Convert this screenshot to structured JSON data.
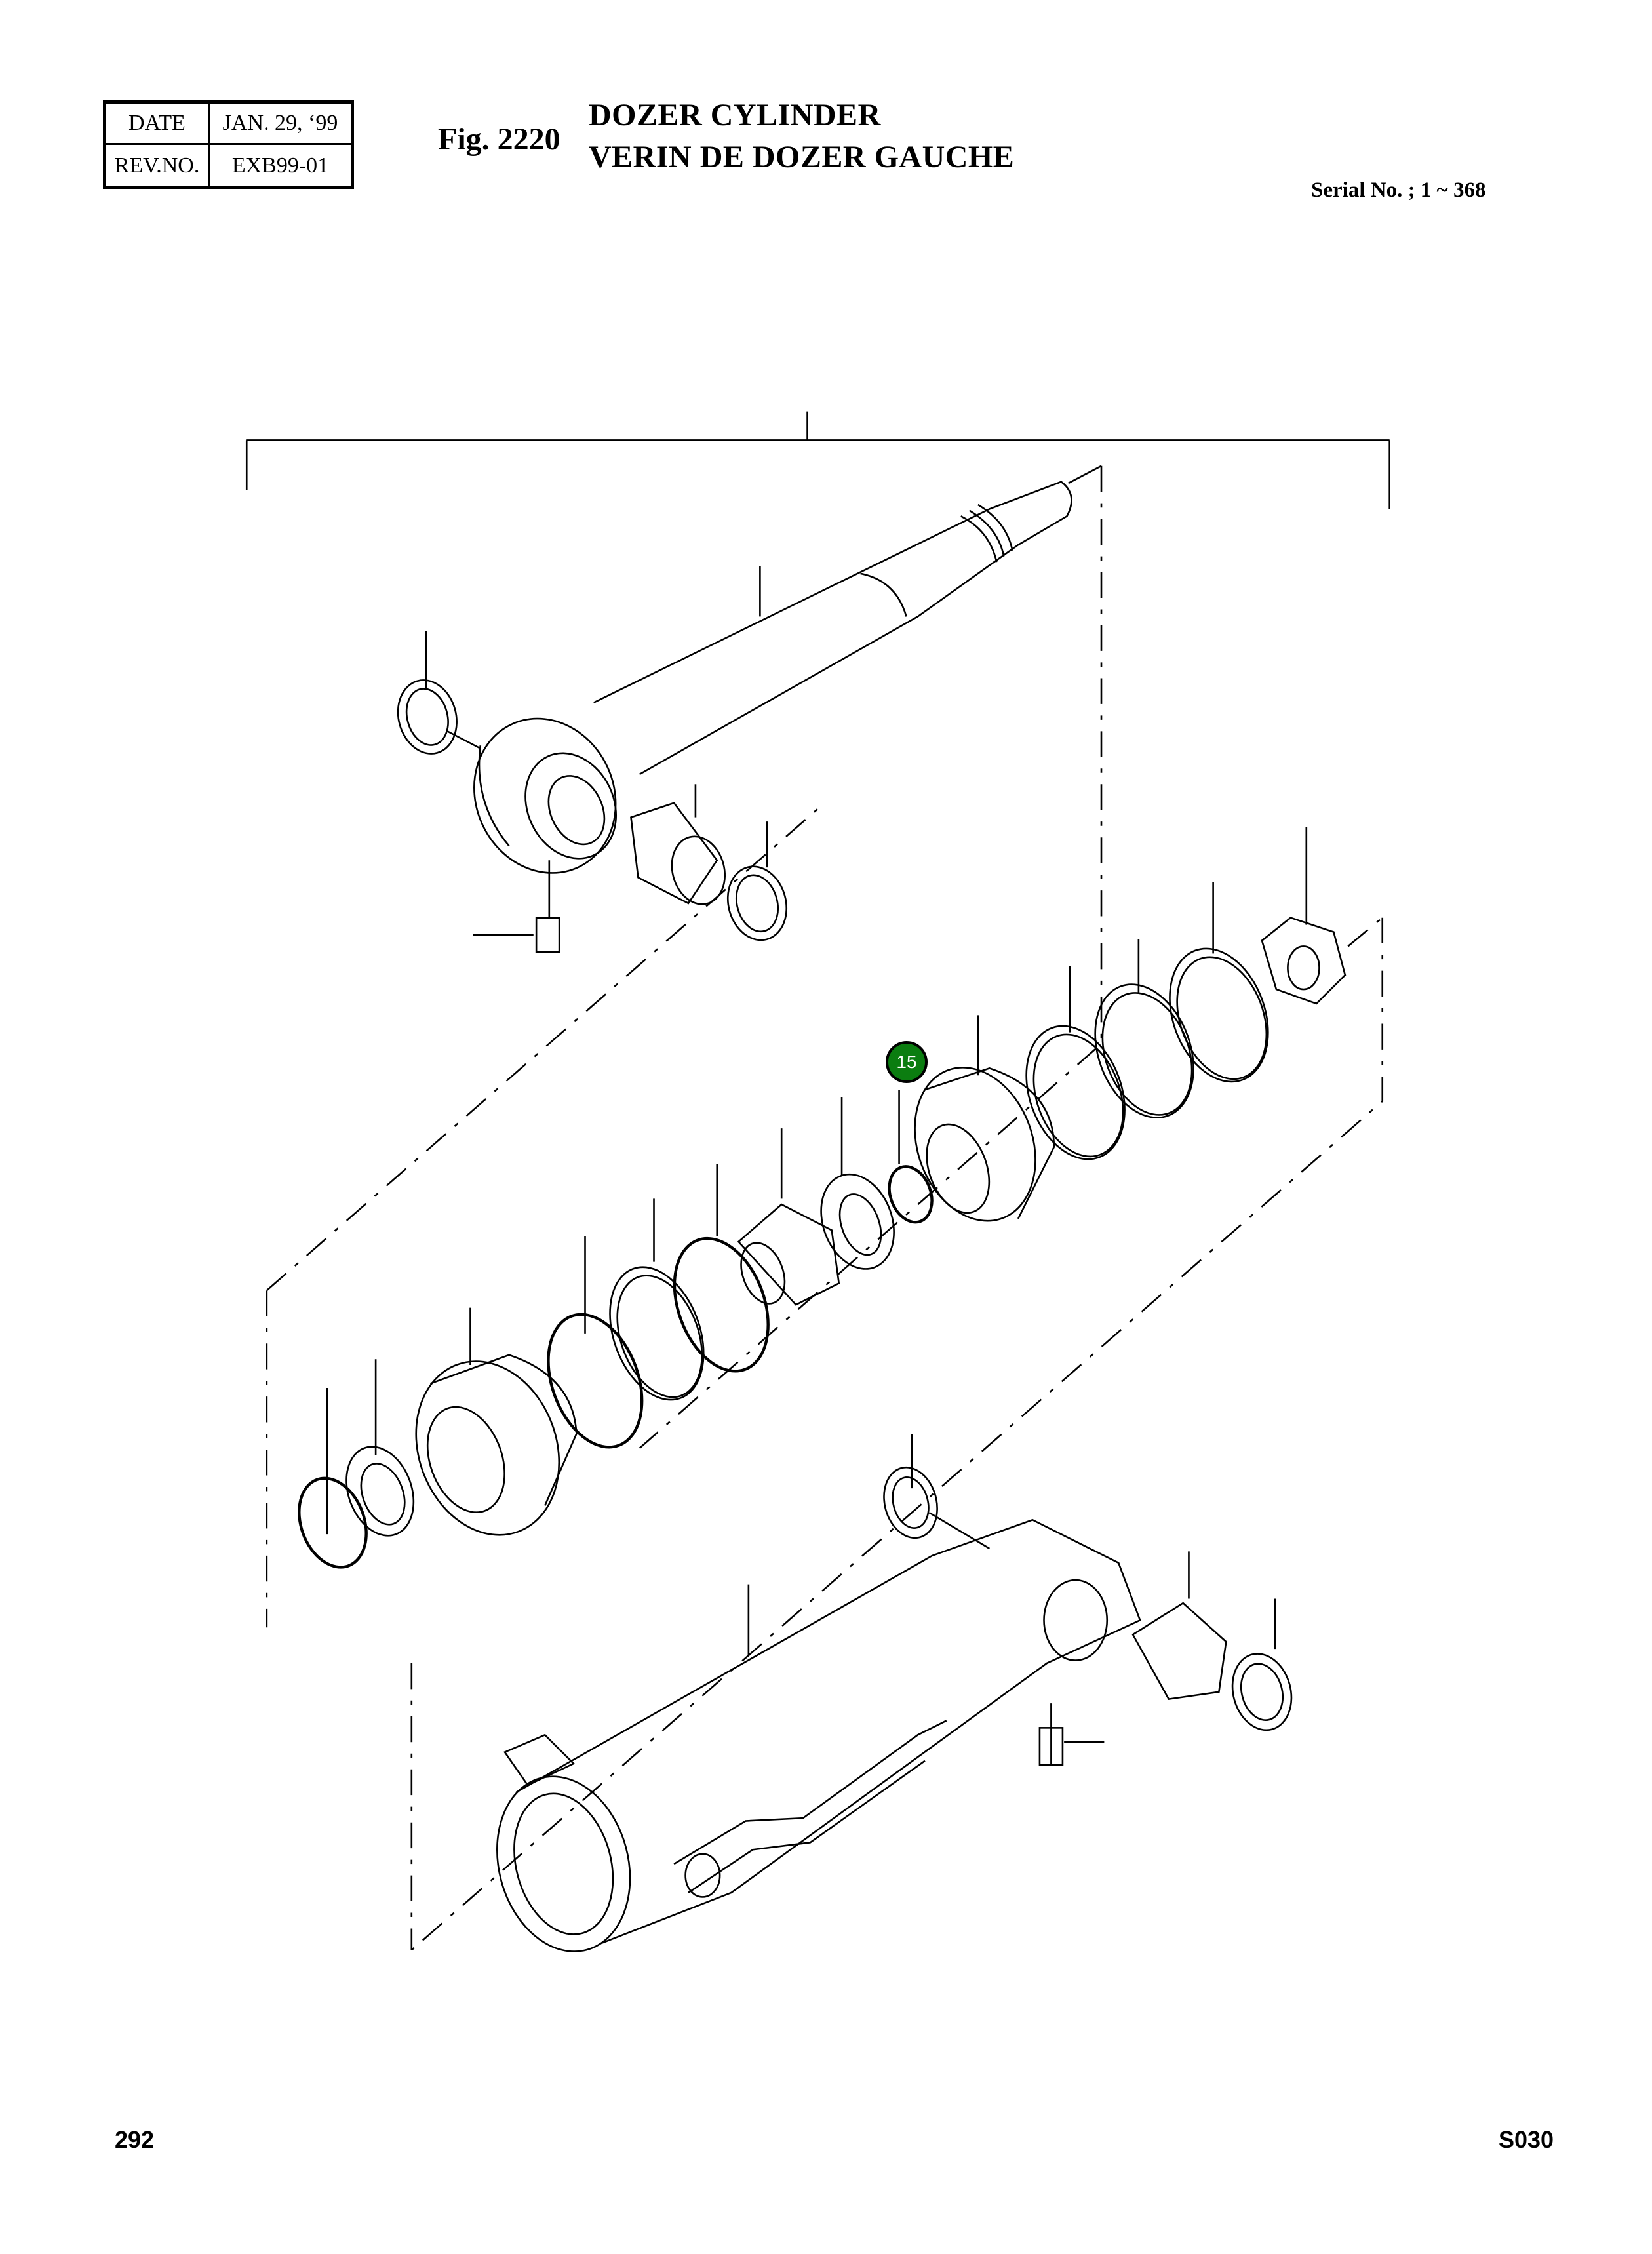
{
  "revision_table": {
    "date_label": "DATE",
    "date_value": "JAN. 29, ‘99",
    "rev_label": "REV.NO.",
    "rev_value": "EXB99-01"
  },
  "header": {
    "figure": "Fig. 2220",
    "title_en": "DOZER CYLINDER",
    "title_fr": "VERIN DE DOZER GAUCHE",
    "serial": "Serial No. ; 1 ~ 368"
  },
  "callouts": [
    {
      "label": "15",
      "color": "#0b7d10"
    }
  ],
  "footer": {
    "page_number": "292",
    "section_code": "S030"
  }
}
